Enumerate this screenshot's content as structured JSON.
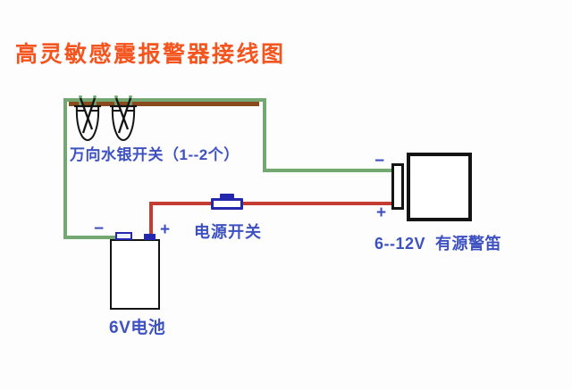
{
  "title": "高灵敏感震报警器接线图",
  "components": {
    "mercury_switch": {
      "label": "万向水银开关（1--2个）",
      "count": 2,
      "icon": "mercury-switch-icon"
    },
    "power_switch": {
      "label": "电源开关",
      "icon": "slide-switch-icon"
    },
    "battery": {
      "label": "6V电池",
      "minus": "−",
      "plus": "+"
    },
    "siren": {
      "label": "6--12V  有源警笛",
      "minus": "−",
      "plus": "+"
    }
  },
  "colors": {
    "title": "#f4551e",
    "labels": "#3e51c1",
    "wire_green": "#74a873",
    "wire_red": "#c43b31",
    "sensor_bar": "#8a4a1e",
    "component_blue": "#2328ad",
    "outline": "#141414",
    "background": "#fdfdfd"
  }
}
